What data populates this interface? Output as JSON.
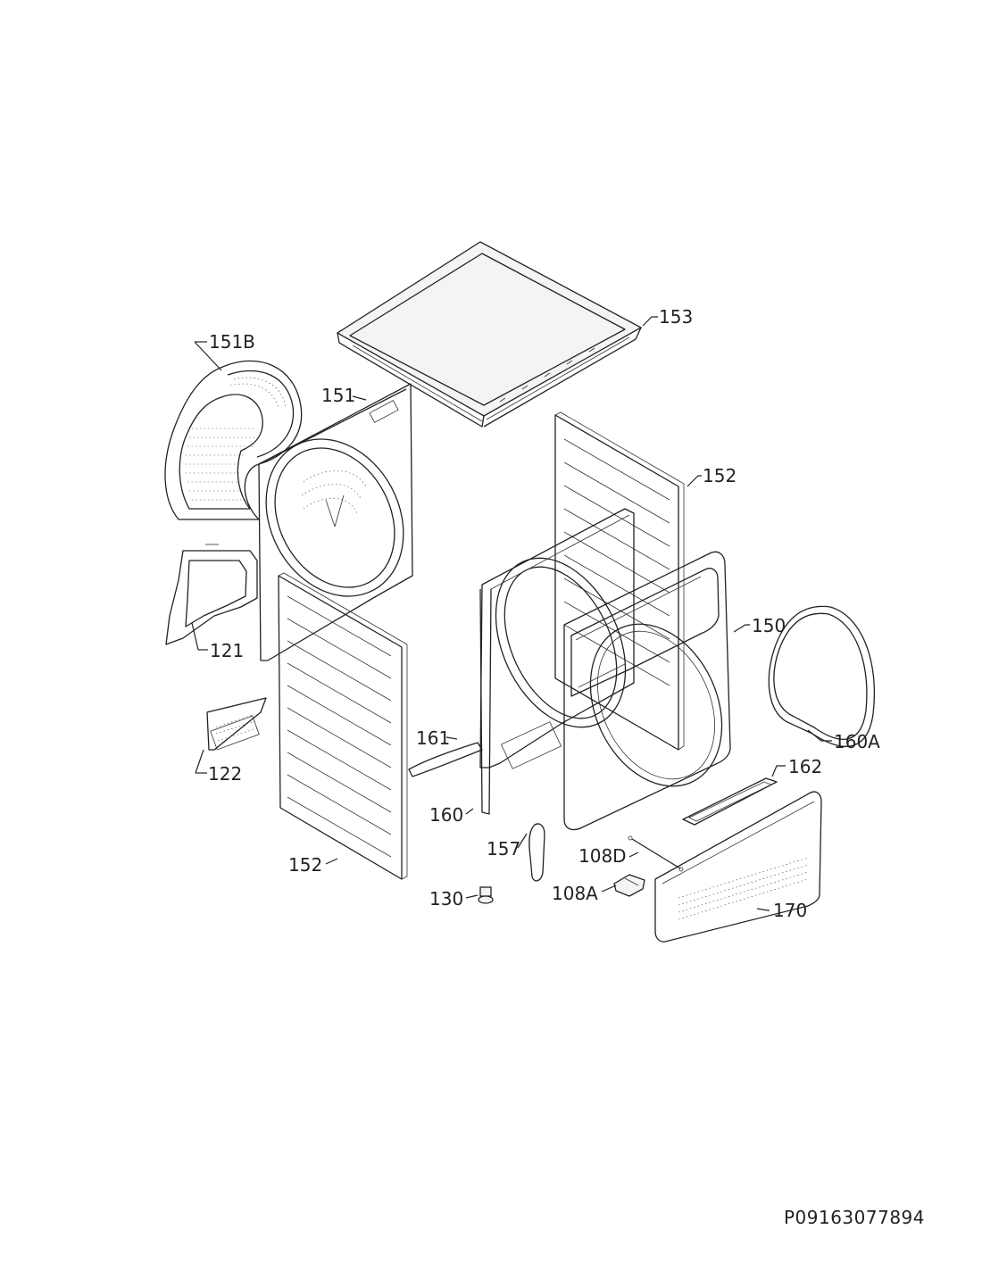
{
  "labels": {
    "p153": "153",
    "p151B": "151B",
    "p151": "151",
    "p152_top": "152",
    "p121": "121",
    "p150": "150",
    "p160A": "160A",
    "p122": "122",
    "p161": "161",
    "p162": "162",
    "p160": "160",
    "p157": "157",
    "p108D": "108D",
    "p152_bottom": "152",
    "p108A": "108A",
    "p130": "130",
    "p170": "170"
  },
  "diagram_code": "P09163077894"
}
